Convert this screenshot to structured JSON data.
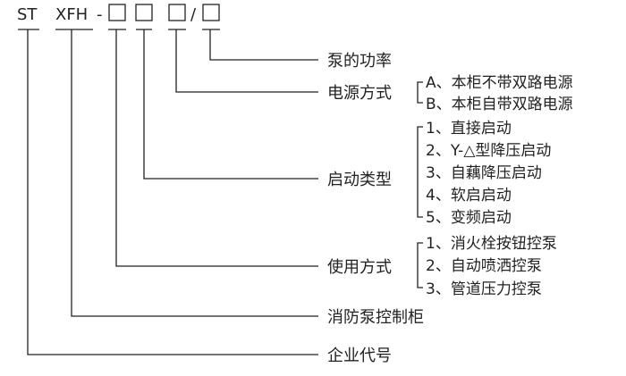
{
  "code": {
    "prefix": "ST",
    "model": "XFH",
    "dash": "-",
    "slash": "/"
  },
  "labels": {
    "power": "泵的功率",
    "source": "电源方式",
    "start": "启动类型",
    "usage": "使用方式",
    "cabinet": "消防泵控制柜",
    "company": "企业代号"
  },
  "source_options": [
    "A、本柜不带双路电源",
    "B、本柜自带双路电源"
  ],
  "start_options": [
    "1、直接启动",
    "2、Y-△型降压启动",
    "3、自藕降压启动",
    "4、软启启动",
    "5、变频启动"
  ],
  "usage_options": [
    "1、消火栓按钮控泵",
    "2、自动喷洒控泵",
    "3、管道压力控泵"
  ],
  "colors": {
    "ink": "#222222",
    "background": "#ffffff"
  }
}
